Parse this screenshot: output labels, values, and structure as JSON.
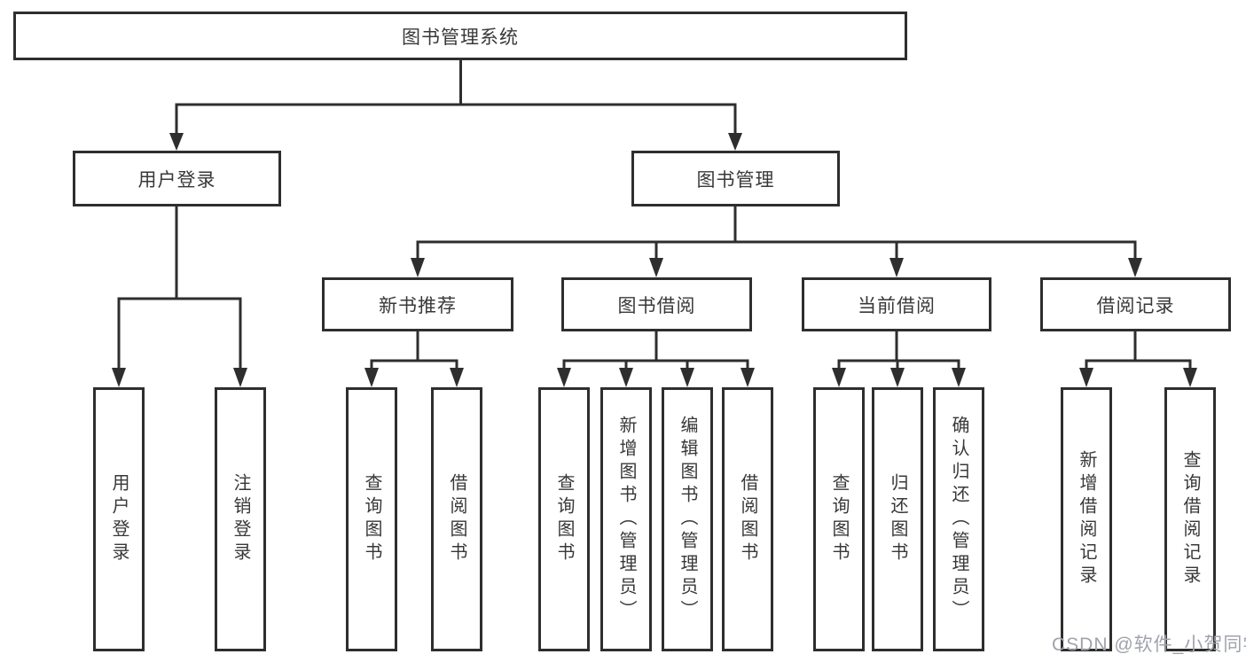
{
  "tree": {
    "root": {
      "label": "图书管理系统"
    },
    "branches": [
      {
        "label": "用户登录",
        "children": [
          {
            "label": "用户登录"
          },
          {
            "label": "注销登录"
          }
        ]
      },
      {
        "label": "图书管理",
        "children": [
          {
            "label": "新书推荐",
            "children": [
              {
                "label": "查询图书"
              },
              {
                "label": "借阅图书"
              }
            ]
          },
          {
            "label": "图书借阅",
            "children": [
              {
                "label": "查询图书"
              },
              {
                "label": "新增图书（管理员）"
              },
              {
                "label": "编辑图书（管理员）"
              },
              {
                "label": "借阅图书"
              }
            ]
          },
          {
            "label": "当前借阅",
            "children": [
              {
                "label": "查询图书"
              },
              {
                "label": "归还图书"
              },
              {
                "label": "确认归还（管理员）"
              }
            ]
          },
          {
            "label": "借阅记录",
            "children": [
              {
                "label": "新增借阅记录"
              },
              {
                "label": "查询借阅记录"
              }
            ]
          }
        ]
      }
    ]
  },
  "watermark": "CSDN @软件_小贺同学",
  "colors": {
    "line": "#2e2e2e",
    "text": "#383838",
    "watermark": "#a0a3ab",
    "background": "#ffffff"
  }
}
